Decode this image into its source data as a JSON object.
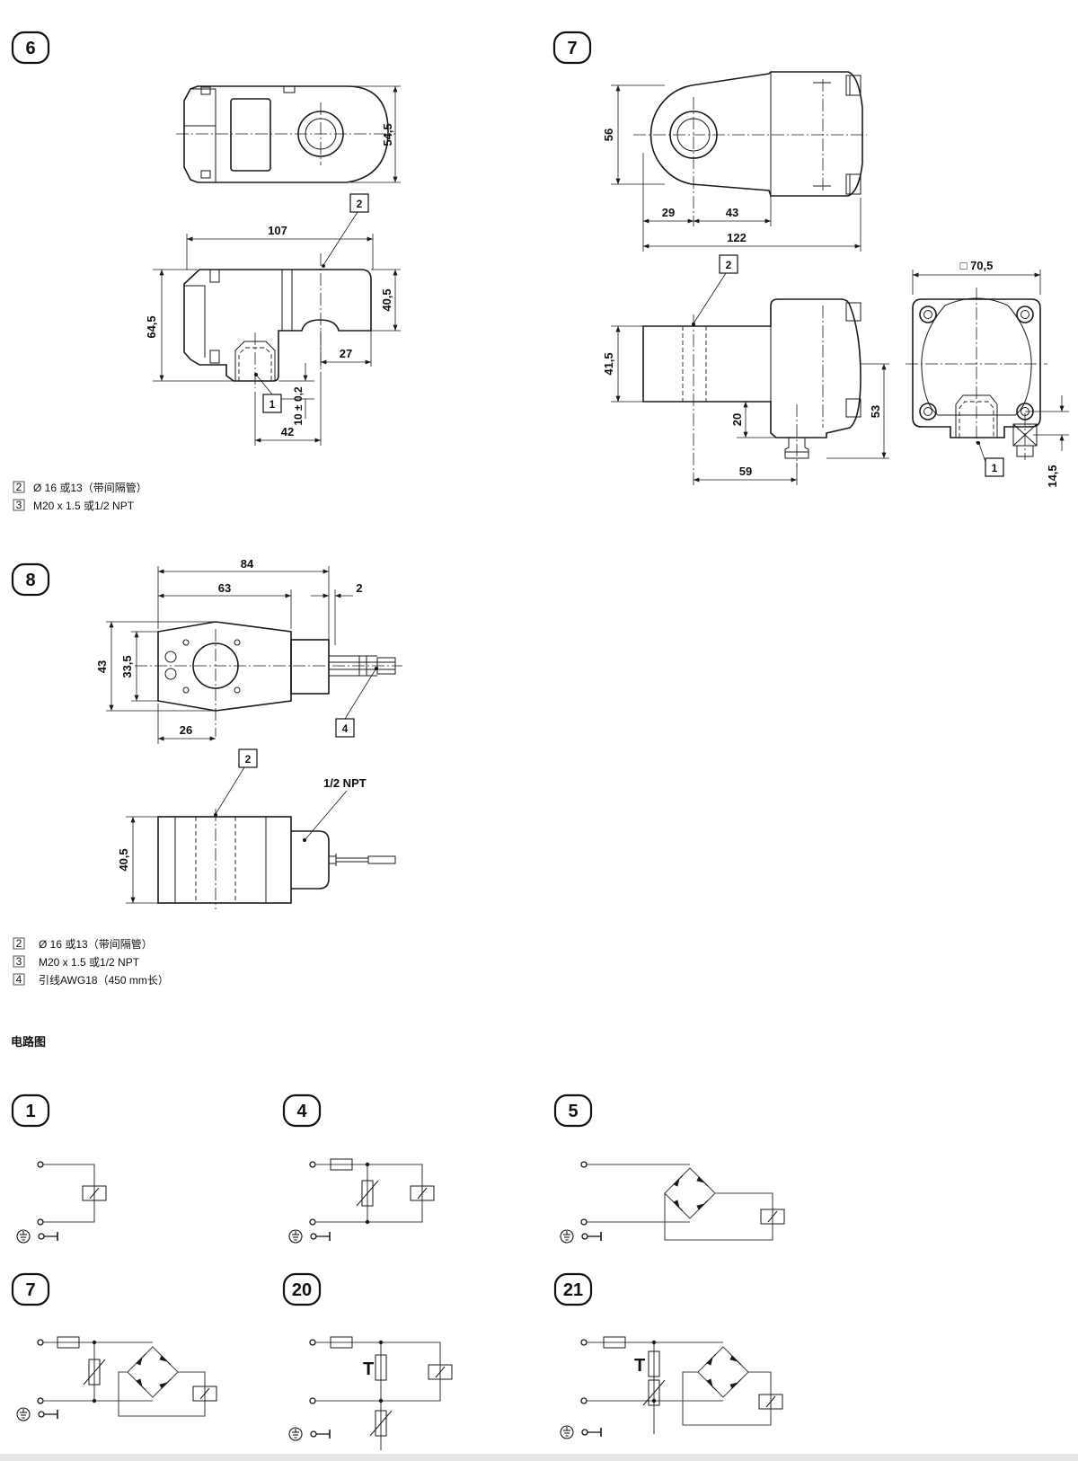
{
  "figures": {
    "fig6": {
      "badge": "6",
      "dims": {
        "d107": "107",
        "d54_5": "54,5",
        "d64_5": "64,5",
        "d40_5": "40,5",
        "d27": "27",
        "d10": "10 ± 0,2",
        "d42": "42"
      },
      "callouts": {
        "c2": "2",
        "c1": "1"
      }
    },
    "fig7": {
      "badge": "7",
      "dims": {
        "d56": "56",
        "d29": "29",
        "d43": "43",
        "d122": "122",
        "d41_5": "41,5",
        "d20": "20",
        "d59": "59",
        "d53": "53",
        "d70_5": "□ 70,5",
        "d14_5": "14,5"
      },
      "callouts": {
        "c2": "2",
        "c1": "1"
      }
    },
    "fig8": {
      "badge": "8",
      "dims": {
        "d84": "84",
        "d63": "63",
        "d2": "2",
        "d43": "43",
        "d33_5": "33,5",
        "d26": "26",
        "d40_5": "40,5",
        "npt": "1/2 NPT"
      },
      "callouts": {
        "c4": "4",
        "c2": "2"
      }
    }
  },
  "legend_a": [
    {
      "num": "2",
      "text": "Ø 16 或13（带间隔管）"
    },
    {
      "num": "3",
      "text": "M20 x 1.5 或1/2 NPT"
    }
  ],
  "legend_b": [
    {
      "num": "2",
      "text": "Ø 16 或13（带间隔管）"
    },
    {
      "num": "3",
      "text": "M20 x 1.5 或1/2 NPT"
    },
    {
      "num": "4",
      "text": "引线AWG18（450 mm长）"
    }
  ],
  "section_title": "电路图",
  "circuits": [
    {
      "badge": "1"
    },
    {
      "badge": "4"
    },
    {
      "badge": "5"
    },
    {
      "badge": "7"
    },
    {
      "badge": "20",
      "t_label": "T"
    },
    {
      "badge": "21",
      "t_label": "T"
    }
  ],
  "ground_icon_label": "⏚"
}
